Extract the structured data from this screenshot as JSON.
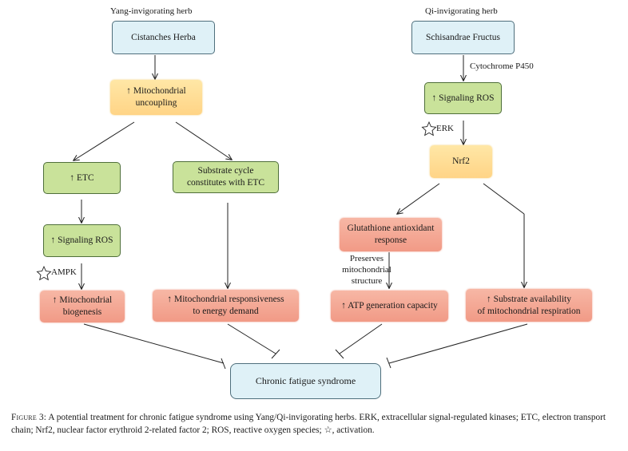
{
  "labels": {
    "yang_title": "Yang-invigorating herb",
    "qi_title": "Qi-invigorating herb",
    "cytochrome": "Cytochrome P450",
    "erk": "ERK",
    "ampk": "AMPK",
    "preserves": "Preserves\nmitochondrial\nstructure"
  },
  "nodes": {
    "cistanches": "Cistanches Herba",
    "uncoupling": "↑ Mitochondrial\nuncoupling",
    "etc": "↑ ETC",
    "substrate_cycle": "Substrate cycle\nconstitutes with ETC",
    "ros_left": "↑ Signaling ROS",
    "biogenesis": "↑ Mitochondrial\nbiogenesis",
    "responsiveness": "↑ Mitochondrial responsiveness\nto energy demand",
    "schisandrae": "Schisandrae Fructus",
    "ros_right": "↑ Signaling ROS",
    "nrf2": "Nrf2",
    "glutathione": "Glutathione antioxidant\nresponse",
    "atp": "↑ ATP generation capacity",
    "substrate_avail": "↑ Substrate availability\nof mitochondrial respiration",
    "cfs": "Chronic fatigue syndrome"
  },
  "caption": {
    "figure_label": "Figure 3:",
    "text": " A potential treatment for chronic fatigue syndrome using Yang/Qi-invigorating herbs. ERK, extracellular signal-regulated kinases; ETC, electron transport chain; Nrf2, nuclear factor erythroid 2-related factor 2; ROS, reactive oxygen species; ☆, activation."
  },
  "colors": {
    "herb_box": "#dff1f7",
    "process_box": "#c9e29a",
    "intermediate_box": "#ffd486",
    "effect_box": "#f19a86"
  }
}
